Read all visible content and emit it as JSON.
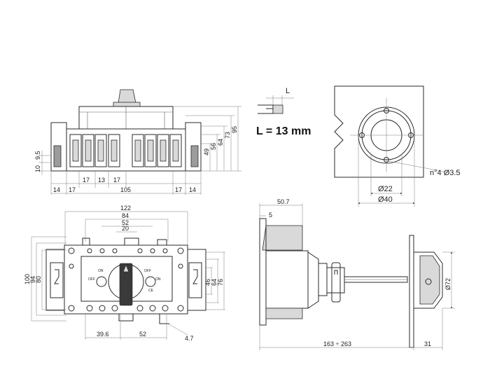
{
  "front_view": {
    "dims_horizontal": [
      "14",
      "17",
      "17",
      "13",
      "17",
      "105",
      "17",
      "14"
    ],
    "dims_vertical": [
      "95",
      "73",
      "64",
      "56",
      "49",
      "10",
      "9.5"
    ]
  },
  "detail_L": {
    "label": "L",
    "caption": "L = 13 mm"
  },
  "door_cutout": {
    "hole_note": "n°4 Ø3.5",
    "dim_inner": "Ø22",
    "dim_outer": "Ø40"
  },
  "top_view": {
    "dims_top": [
      "122",
      "84",
      "52",
      "20"
    ],
    "dims_left": [
      "100",
      "94",
      "80"
    ],
    "dims_right": [
      "46",
      "64",
      "76"
    ],
    "dims_bottom": [
      "39.6",
      "52",
      "4.7"
    ],
    "panel_labels": [
      "ON",
      "OFF",
      "OFF",
      "ON",
      "CE"
    ]
  },
  "side_view": {
    "dims_top": [
      "50.7",
      "5"
    ],
    "dims_bottom": [
      "163 ÷ 263",
      "31"
    ],
    "dim_diameter": "Ø72"
  }
}
